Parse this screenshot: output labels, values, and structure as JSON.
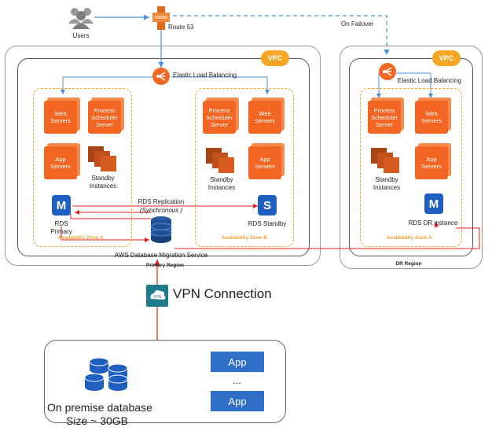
{
  "labels": {
    "users": "Users",
    "route53": "Route 53",
    "on_failover": "On Failover",
    "elb_primary": "Elastic Load Balancing",
    "elb_dr": "Elastic Load Balancing",
    "vpc_primary": "VPC",
    "vpc_dr": "VPC",
    "rds_replication": "RDS Replication",
    "synchronous": "(Synchronous )",
    "rds_primary": "RDS Primary",
    "rds_standby": "RDS Standby",
    "rds_dr": "RDS DR instance",
    "az_a": "Availability Zone A",
    "az_b": "Availability Zone B",
    "az_dr": "Availability Zone A",
    "dms": "AWS Database Migration Service",
    "primary_region": "Primary Region",
    "dr_region": "DR Region",
    "vpn": "VPN Connection",
    "on_premise": "On premise database",
    "size": "Size ~ 30GB",
    "app1": "App",
    "app2": "App",
    "ellipsis": "..."
  },
  "zone_a": {
    "web_servers": "Web Servers",
    "process_scheduler": "Process Scheduler Server",
    "app_servers": "App Servers",
    "standby": "Standby Instances"
  },
  "zone_b": {
    "process_scheduler": "Process Scheduler Server",
    "web_servers": "Web Servers",
    "standby": "Standby Instances",
    "app_servers": "App Servers"
  },
  "zone_dr": {
    "process_scheduler": "Process Scheduler Server",
    "web_servers": "Web Servers",
    "standby": "Standby Instances",
    "app_servers": "App Servers"
  },
  "db_letters": {
    "primary": "M",
    "standby": "S",
    "dr": "M"
  },
  "colors": {
    "orange": "#f26522",
    "az_border": "#f5a623",
    "replication_line": "#e02020",
    "blue_arrow": "#4a90d9",
    "app_blue": "#2f6fc7"
  }
}
